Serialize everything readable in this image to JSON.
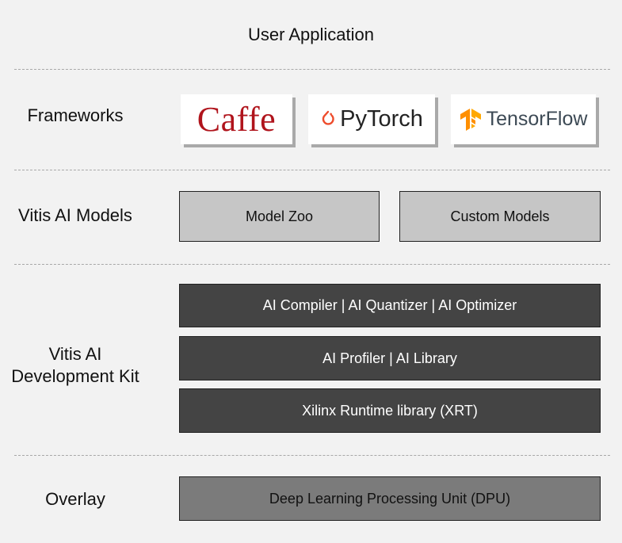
{
  "header": {
    "title": "User Application"
  },
  "rows": {
    "frameworks": {
      "label": "Frameworks",
      "logos": {
        "caffe": "Caffe",
        "pytorch": "PyTorch",
        "tensorflow": "TensorFlow"
      }
    },
    "models": {
      "label": "Vitis AI Models",
      "boxes": [
        "Model Zoo",
        "Custom Models"
      ]
    },
    "devkit": {
      "label_line1": "Vitis AI",
      "label_line2": "Development Kit",
      "boxes": [
        "AI Compiler | AI Quantizer | AI Optimizer",
        "AI Profiler | AI Library",
        "Xilinx Runtime library (XRT)"
      ]
    },
    "overlay": {
      "label": "Overlay",
      "boxes": [
        "Deep Learning Processing Unit (DPU)"
      ]
    }
  },
  "colors": {
    "caffe_red": "#b0141c",
    "pytorch_orange": "#ee4c2c",
    "tensorflow_orange": "#ff8f00",
    "dark_box": "#444444",
    "light_box": "#c6c6c6",
    "mid_box": "#7b7b7b"
  }
}
